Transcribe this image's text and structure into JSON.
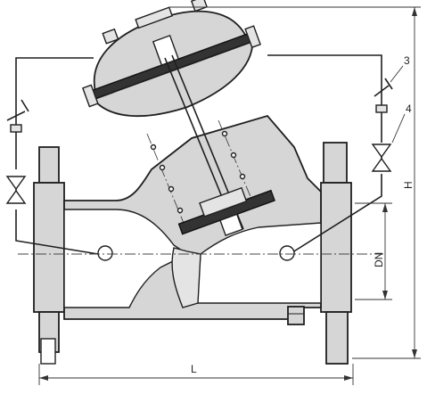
{
  "labels": {
    "callout_3": "3",
    "callout_4": "4",
    "dim_height": "H",
    "dim_dn": "DN",
    "dim_length": "L"
  }
}
